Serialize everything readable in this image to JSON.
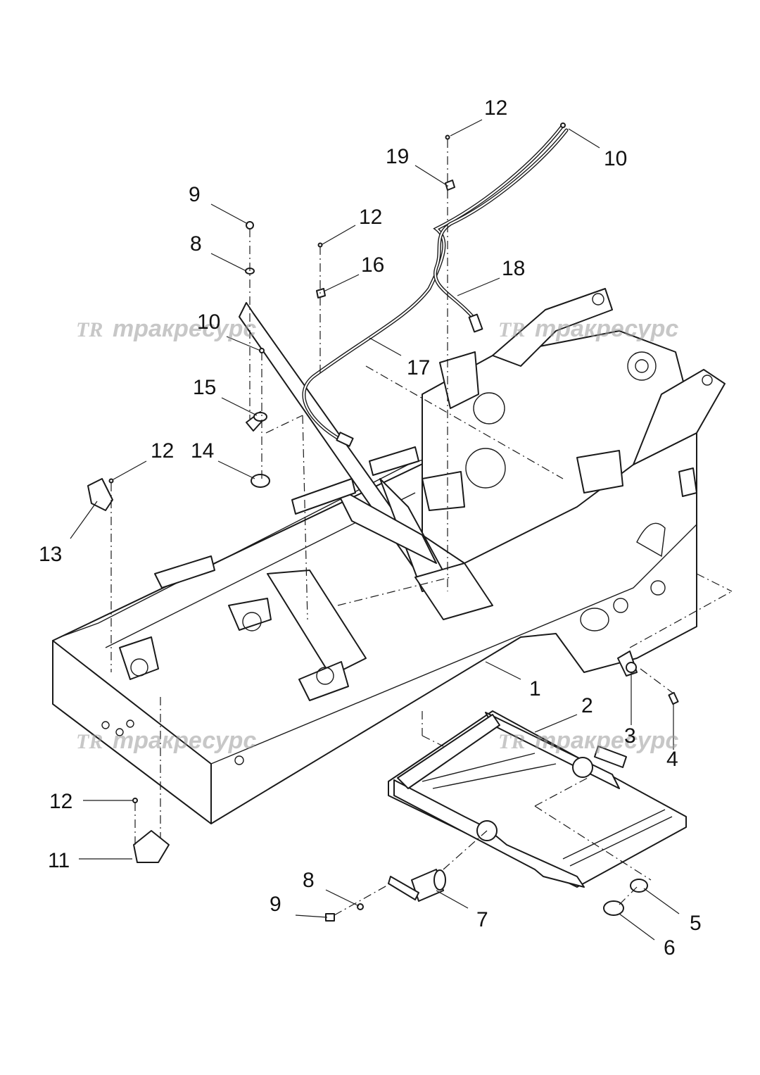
{
  "watermark": {
    "logo": "TR",
    "text": "тракресурс"
  },
  "callouts": {
    "c1": "1",
    "c2": "2",
    "c3": "3",
    "c4": "4",
    "c5": "5",
    "c6": "6",
    "c7": "7",
    "c8a": "8",
    "c8b": "8",
    "c9a": "9",
    "c9b": "9",
    "c10a": "10",
    "c10b": "10",
    "c11": "11",
    "c12a": "12",
    "c12b": "12",
    "c12c": "12",
    "c12d": "12",
    "c13": "13",
    "c14": "14",
    "c15": "15",
    "c16": "16",
    "c17": "17",
    "c18": "18",
    "c19": "19"
  },
  "colors": {
    "line": "#1a1a1a",
    "background": "#ffffff",
    "watermark": "#9a9a9a"
  }
}
